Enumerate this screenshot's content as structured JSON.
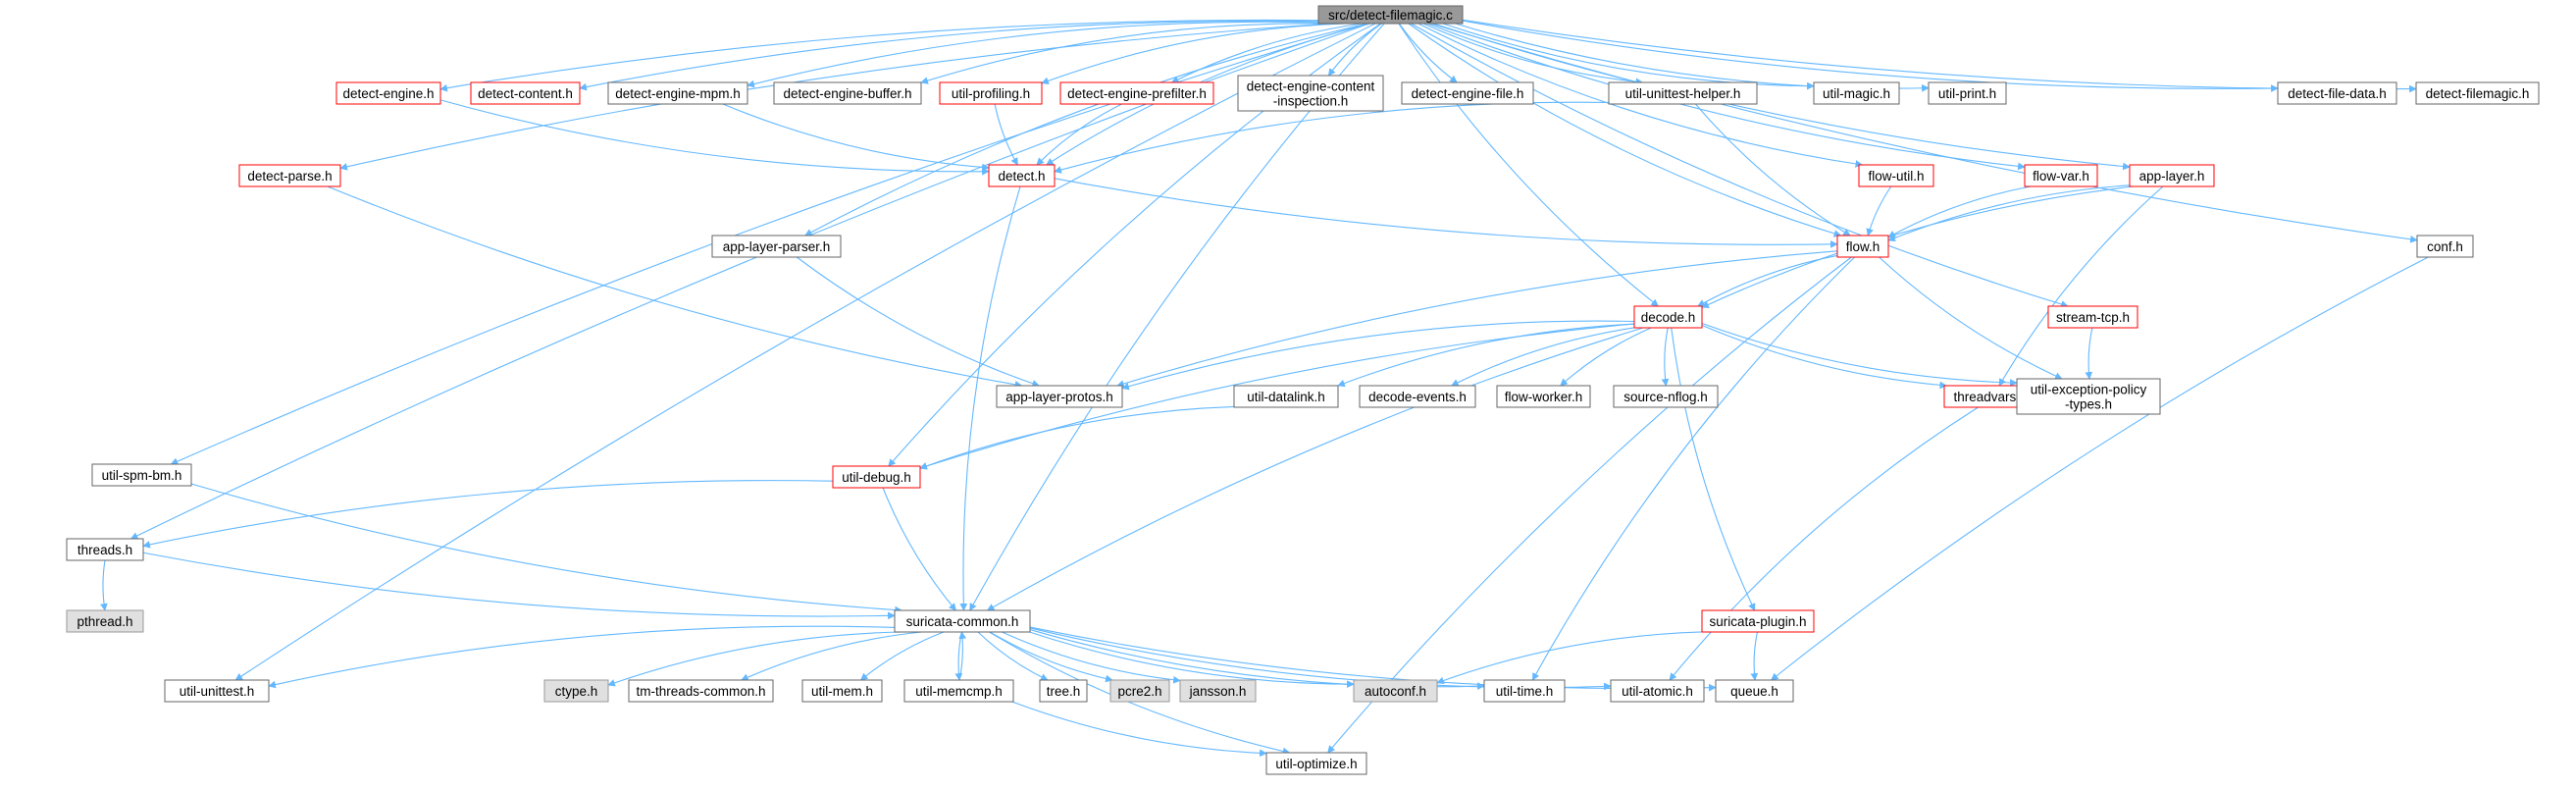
{
  "graph": {
    "colors": {
      "edge": "#63b8ff",
      "root_fill": "#999999",
      "root_stroke": "#666666",
      "normal_fill": "#ffffff",
      "normal_stroke": "#666666",
      "highlight_stroke": "#ff0000",
      "external_fill": "#e0e0e0",
      "external_stroke": "#999999"
    },
    "nodes": [
      {
        "id": "root",
        "label": "src/detect-filemagic.c",
        "kind": "root"
      },
      {
        "id": "detect-engine",
        "label": "detect-engine.h",
        "kind": "highlight"
      },
      {
        "id": "detect-content",
        "label": "detect-content.h",
        "kind": "highlight"
      },
      {
        "id": "detect-engine-mpm",
        "label": "detect-engine-mpm.h",
        "kind": "normal"
      },
      {
        "id": "detect-engine-buffer",
        "label": "detect-engine-buffer.h",
        "kind": "normal"
      },
      {
        "id": "util-profiling",
        "label": "util-profiling.h",
        "kind": "highlight"
      },
      {
        "id": "detect-engine-prefilter",
        "label": "detect-engine-prefilter.h",
        "kind": "highlight"
      },
      {
        "id": "detect-engine-content-inspection",
        "label": "detect-engine-content\n-inspection.h",
        "kind": "normal"
      },
      {
        "id": "detect-engine-file",
        "label": "detect-engine-file.h",
        "kind": "normal"
      },
      {
        "id": "util-unittest-helper",
        "label": "util-unittest-helper.h",
        "kind": "normal"
      },
      {
        "id": "util-magic",
        "label": "util-magic.h",
        "kind": "normal"
      },
      {
        "id": "util-print",
        "label": "util-print.h",
        "kind": "normal"
      },
      {
        "id": "detect-file-data",
        "label": "detect-file-data.h",
        "kind": "normal"
      },
      {
        "id": "detect-filemagic",
        "label": "detect-filemagic.h",
        "kind": "normal"
      },
      {
        "id": "detect-parse",
        "label": "detect-parse.h",
        "kind": "highlight"
      },
      {
        "id": "detect",
        "label": "detect.h",
        "kind": "highlight"
      },
      {
        "id": "flow-util",
        "label": "flow-util.h",
        "kind": "highlight"
      },
      {
        "id": "flow-var",
        "label": "flow-var.h",
        "kind": "highlight"
      },
      {
        "id": "app-layer",
        "label": "app-layer.h",
        "kind": "highlight"
      },
      {
        "id": "app-layer-parser",
        "label": "app-layer-parser.h",
        "kind": "normal"
      },
      {
        "id": "flow",
        "label": "flow.h",
        "kind": "highlight"
      },
      {
        "id": "conf",
        "label": "conf.h",
        "kind": "normal"
      },
      {
        "id": "decode",
        "label": "decode.h",
        "kind": "highlight"
      },
      {
        "id": "stream-tcp",
        "label": "stream-tcp.h",
        "kind": "highlight"
      },
      {
        "id": "app-layer-protos",
        "label": "app-layer-protos.h",
        "kind": "normal"
      },
      {
        "id": "util-datalink",
        "label": "util-datalink.h",
        "kind": "normal"
      },
      {
        "id": "decode-events",
        "label": "decode-events.h",
        "kind": "normal"
      },
      {
        "id": "flow-worker",
        "label": "flow-worker.h",
        "kind": "normal"
      },
      {
        "id": "source-nflog",
        "label": "source-nflog.h",
        "kind": "normal"
      },
      {
        "id": "threadvars",
        "label": "threadvars.h",
        "kind": "highlight"
      },
      {
        "id": "util-exception-policy-types",
        "label": "util-exception-policy\n-types.h",
        "kind": "normal"
      },
      {
        "id": "util-spm-bm",
        "label": "util-spm-bm.h",
        "kind": "normal"
      },
      {
        "id": "util-debug",
        "label": "util-debug.h",
        "kind": "highlight"
      },
      {
        "id": "threads",
        "label": "threads.h",
        "kind": "normal"
      },
      {
        "id": "pthread",
        "label": "pthread.h",
        "kind": "external"
      },
      {
        "id": "suricata-common",
        "label": "suricata-common.h",
        "kind": "normal"
      },
      {
        "id": "suricata-plugin",
        "label": "suricata-plugin.h",
        "kind": "highlight"
      },
      {
        "id": "util-unittest",
        "label": "util-unittest.h",
        "kind": "normal"
      },
      {
        "id": "ctype",
        "label": "ctype.h",
        "kind": "external"
      },
      {
        "id": "tm-threads-common",
        "label": "tm-threads-common.h",
        "kind": "normal"
      },
      {
        "id": "util-mem",
        "label": "util-mem.h",
        "kind": "normal"
      },
      {
        "id": "util-memcmp",
        "label": "util-memcmp.h",
        "kind": "normal"
      },
      {
        "id": "tree",
        "label": "tree.h",
        "kind": "normal"
      },
      {
        "id": "pcre2",
        "label": "pcre2.h",
        "kind": "external"
      },
      {
        "id": "jansson",
        "label": "jansson.h",
        "kind": "external"
      },
      {
        "id": "autoconf",
        "label": "autoconf.h",
        "kind": "external"
      },
      {
        "id": "util-time",
        "label": "util-time.h",
        "kind": "normal"
      },
      {
        "id": "util-atomic",
        "label": "util-atomic.h",
        "kind": "normal"
      },
      {
        "id": "queue",
        "label": "queue.h",
        "kind": "normal"
      },
      {
        "id": "util-optimize",
        "label": "util-optimize.h",
        "kind": "normal"
      }
    ],
    "edges": [
      [
        "root",
        "detect-engine"
      ],
      [
        "root",
        "detect-content"
      ],
      [
        "root",
        "detect-engine-mpm"
      ],
      [
        "root",
        "detect-engine-buffer"
      ],
      [
        "root",
        "util-profiling"
      ],
      [
        "root",
        "detect-engine-prefilter"
      ],
      [
        "root",
        "detect-engine-content-inspection"
      ],
      [
        "root",
        "detect-engine-file"
      ],
      [
        "root",
        "util-unittest-helper"
      ],
      [
        "root",
        "util-magic"
      ],
      [
        "root",
        "util-print"
      ],
      [
        "root",
        "detect-file-data"
      ],
      [
        "root",
        "detect-filemagic"
      ],
      [
        "root",
        "detect-parse"
      ],
      [
        "root",
        "detect"
      ],
      [
        "root",
        "flow-util"
      ],
      [
        "root",
        "flow-var"
      ],
      [
        "root",
        "app-layer"
      ],
      [
        "root",
        "flow"
      ],
      [
        "root",
        "conf"
      ],
      [
        "root",
        "decode"
      ],
      [
        "root",
        "stream-tcp"
      ],
      [
        "root",
        "app-layer-parser"
      ],
      [
        "root",
        "util-spm-bm"
      ],
      [
        "root",
        "threads"
      ],
      [
        "root",
        "util-unittest"
      ],
      [
        "root",
        "suricata-common"
      ],
      [
        "root",
        "util-debug"
      ],
      [
        "detect-engine",
        "detect"
      ],
      [
        "detect-engine-mpm",
        "detect"
      ],
      [
        "util-profiling",
        "detect"
      ],
      [
        "detect-engine-prefilter",
        "detect"
      ],
      [
        "util-unittest-helper",
        "detect"
      ],
      [
        "util-unittest-helper",
        "flow"
      ],
      [
        "detect-parse",
        "app-layer-protos"
      ],
      [
        "detect",
        "flow"
      ],
      [
        "detect",
        "suricata-common"
      ],
      [
        "flow-util",
        "flow"
      ],
      [
        "flow-var",
        "flow"
      ],
      [
        "app-layer",
        "flow"
      ],
      [
        "app-layer",
        "decode"
      ],
      [
        "app-layer",
        "threadvars"
      ],
      [
        "app-layer-parser",
        "app-layer-protos"
      ],
      [
        "flow",
        "decode"
      ],
      [
        "flow",
        "app-layer-protos"
      ],
      [
        "flow",
        "util-exception-policy-types"
      ],
      [
        "flow",
        "util-time"
      ],
      [
        "flow",
        "util-optimize"
      ],
      [
        "conf",
        "queue"
      ],
      [
        "stream-tcp",
        "util-exception-policy-types"
      ],
      [
        "decode",
        "app-layer-protos"
      ],
      [
        "decode",
        "util-datalink"
      ],
      [
        "decode",
        "decode-events"
      ],
      [
        "decode",
        "flow-worker"
      ],
      [
        "decode",
        "source-nflog"
      ],
      [
        "decode",
        "threadvars"
      ],
      [
        "decode",
        "util-exception-policy-types"
      ],
      [
        "decode",
        "util-debug"
      ],
      [
        "decode",
        "suricata-common"
      ],
      [
        "decode",
        "suricata-plugin"
      ],
      [
        "util-datalink",
        "util-debug"
      ],
      [
        "threadvars",
        "util-atomic"
      ],
      [
        "util-spm-bm",
        "suricata-common"
      ],
      [
        "util-debug",
        "threads"
      ],
      [
        "util-debug",
        "suricata-common"
      ],
      [
        "threads",
        "pthread"
      ],
      [
        "threads",
        "suricata-common"
      ],
      [
        "suricata-plugin",
        "autoconf"
      ],
      [
        "suricata-plugin",
        "queue"
      ],
      [
        "suricata-common",
        "util-unittest"
      ],
      [
        "suricata-common",
        "ctype"
      ],
      [
        "suricata-common",
        "tm-threads-common"
      ],
      [
        "suricata-common",
        "util-mem"
      ],
      [
        "suricata-common",
        "util-memcmp"
      ],
      [
        "suricata-common",
        "tree"
      ],
      [
        "suricata-common",
        "pcre2"
      ],
      [
        "suricata-common",
        "jansson"
      ],
      [
        "suricata-common",
        "autoconf"
      ],
      [
        "suricata-common",
        "util-time"
      ],
      [
        "suricata-common",
        "util-atomic"
      ],
      [
        "suricata-common",
        "queue"
      ],
      [
        "suricata-common",
        "util-optimize"
      ],
      [
        "util-memcmp",
        "suricata-common"
      ],
      [
        "util-memcmp",
        "util-optimize"
      ]
    ]
  }
}
